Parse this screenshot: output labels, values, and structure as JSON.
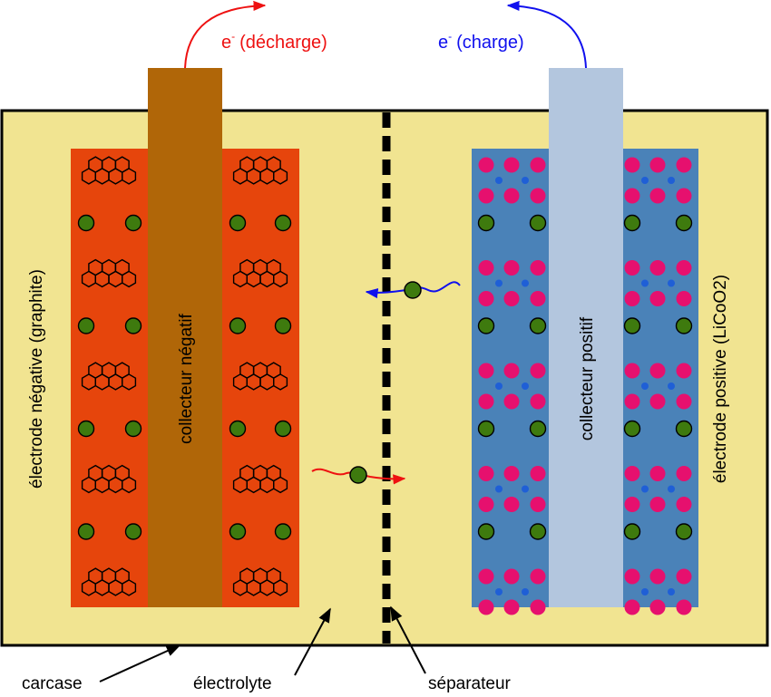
{
  "labels": {
    "electron_discharge": "(décharge)",
    "electron_charge": "(charge)",
    "electron_symbol": "e",
    "electron_sign": "-",
    "negative_collector": "collecteur négatif",
    "positive_collector": "collecteur positif",
    "negative_electrode": "électrode négative (graphite)",
    "positive_electrode": "électrode positive (LiCoO2)",
    "casing": "carcase",
    "electrolyte": "électrolyte",
    "separator": "séparateur"
  },
  "colors": {
    "casing_fill": "#f1e491",
    "negative_electrode": "#e6450c",
    "negative_collector": "#b06608",
    "positive_electrode": "#4a82b8",
    "positive_collector": "#b3c6de",
    "lithium_ion": "#3e7a0e",
    "cobalt": "#e6106e",
    "oxygen": "#1f5fd6",
    "discharge": "#ee1111",
    "charge": "#1010ee",
    "outline": "#000000"
  },
  "icons": {
    "graphene_layer": "graphite-hexagon-icon",
    "lithium_ion": "lithium-ion-icon",
    "cobalt_atom": "cobalt-atom-icon",
    "oxygen_atom": "oxygen-atom-icon"
  },
  "structure": {
    "graphite_layers_per_column": 5,
    "lithium_rows_in_graphite": 4,
    "licoo2_blocks_per_column": 5,
    "lithium_rows_in_licoo2": 4
  }
}
